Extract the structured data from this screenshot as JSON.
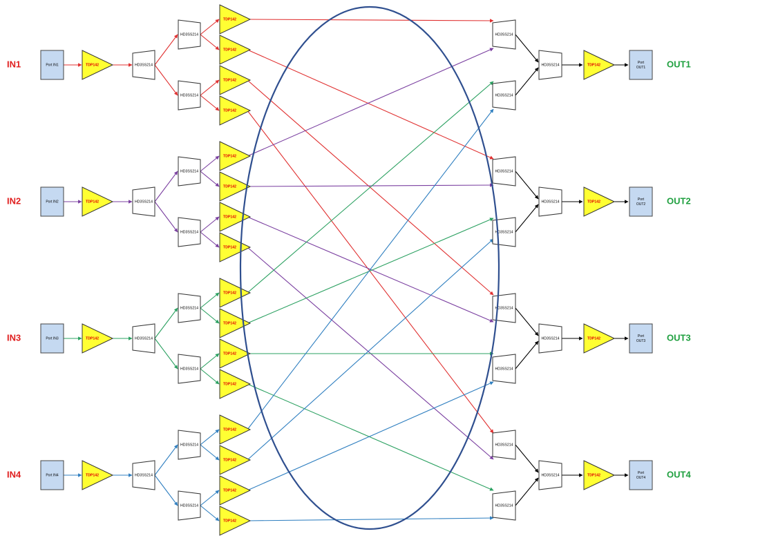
{
  "inputs": [
    "IN1",
    "IN2",
    "IN3",
    "IN4"
  ],
  "outputs": [
    "OUT1",
    "OUT2",
    "OUT3",
    "OUT4"
  ],
  "input_ports": [
    "Port IN1",
    "Port IN2",
    "Port IN3",
    "Port IN4"
  ],
  "output_ports": [
    [
      "Port",
      "OUT1"
    ],
    [
      "Port",
      "OUT2"
    ],
    [
      "Port",
      "OUT3"
    ],
    [
      "Port",
      "OUT4"
    ]
  ],
  "amp_label": "TDP142",
  "mux_label": "HD3SS214",
  "colors": {
    "in1": "#e03030",
    "in2": "#7a3fa0",
    "in3": "#2aa060",
    "in4": "#2f7fc0",
    "input_label": "#e02020",
    "output_label": "#20a040",
    "port_fill": "#c5d9f1",
    "amp_fill": "#ffff33",
    "ellipse": "#2f4f8f"
  }
}
